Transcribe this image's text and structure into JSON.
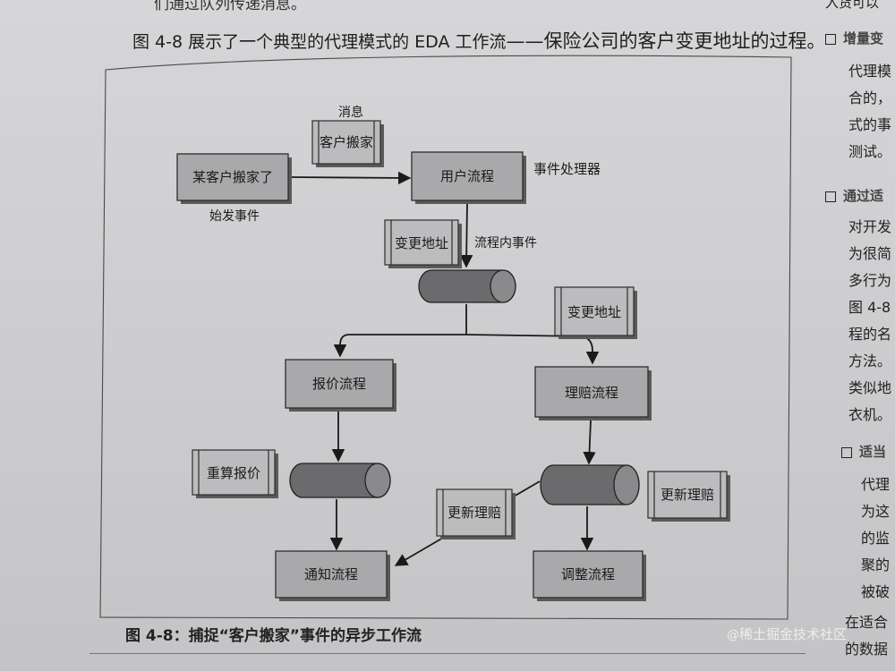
{
  "top_text": "们通过队列传递消息。",
  "intro": {
    "text": "图 4-8 展示了一个典型的代理模式的 EDA 工作流",
    "tail": "——保险公司的客户变更地址的过程。"
  },
  "figure": {
    "caption": "图 4-8：捕捉“客户搬家”事件的异步工作流",
    "labels": {
      "message": "消息",
      "initiating_event": "始发事件",
      "event_processor": "事件处理器",
      "in_flow_event": "流程内事件"
    },
    "nodes": {
      "customer_moved": "某客户搬家了",
      "customer_moving_msg": "客户搬家",
      "customer_flow": "用户流程",
      "change_address_1": "变更地址",
      "change_address_2": "变更地址",
      "quote_flow": "报价流程",
      "claims_flow": "理赔流程",
      "recalc_quote": "重算报价",
      "update_claim_1": "更新理赔",
      "update_claim_2": "更新理赔",
      "notify_flow": "通知流程",
      "adjust_flow": "调整流程"
    }
  },
  "sidebar": {
    "top": "入货可以",
    "items": [
      {
        "bullet": "增量变",
        "lines": [
          "代理模",
          "合的，",
          "式的事",
          "测试。"
        ]
      },
      {
        "bullet": "通过适",
        "lines": [
          "对开发",
          "为很简",
          "多行为",
          "图 4-8",
          "程的名",
          "方法。",
          "类似地",
          "衣机。"
        ]
      },
      {
        "bullet": "适当",
        "lines": [
          "代理",
          "为这",
          "的监",
          "聚的",
          "被破"
        ]
      }
    ],
    "bottom_lines": [
      "在适合",
      "的数据"
    ]
  },
  "watermark": {
    "at": "@",
    "text": "稀土掘金技术社区"
  },
  "colors": {
    "paper": "#cfcfd1",
    "box_fill": "#a9a9ab",
    "doc_fill": "#bcbcbe",
    "queue_fill": "#6b6b6d",
    "ink": "#1a1a1a"
  }
}
